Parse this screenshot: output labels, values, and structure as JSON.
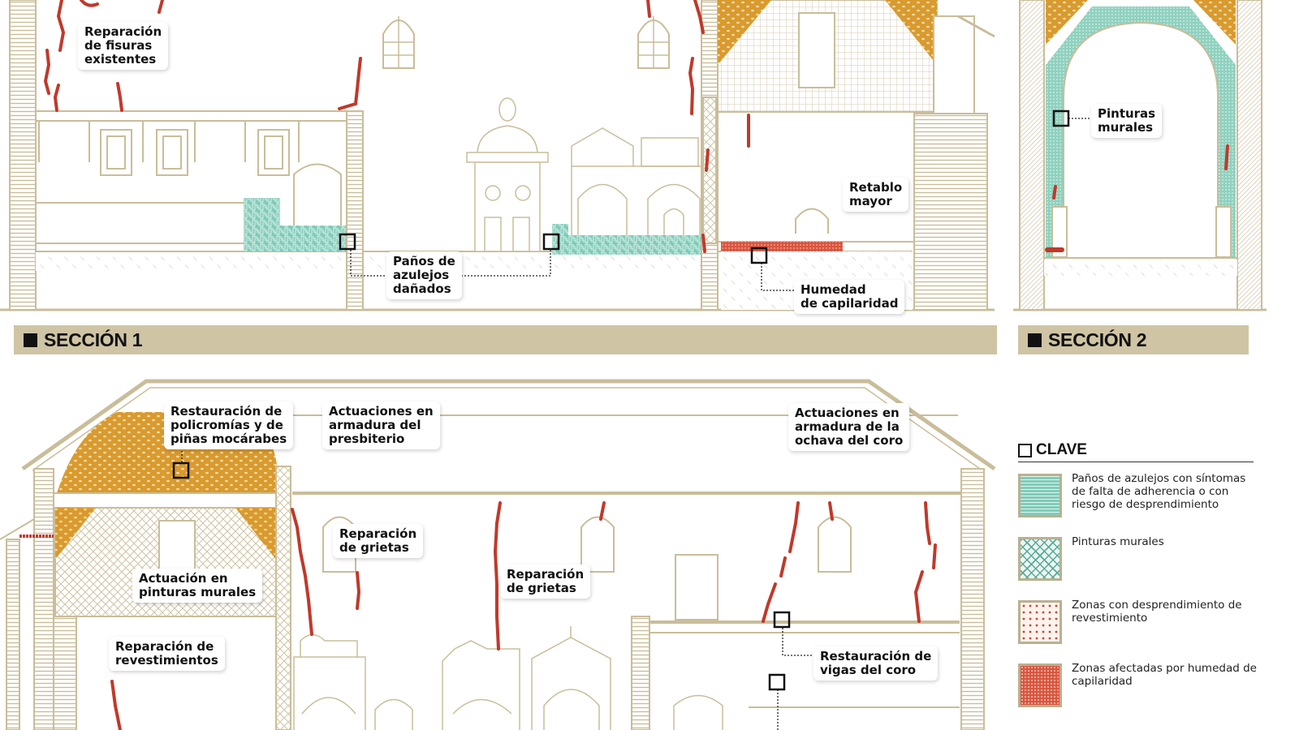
{
  "sections": {
    "s1": {
      "label": "SECCIÓN 1"
    },
    "s2": {
      "label": "SECCIÓN 2"
    }
  },
  "callouts": {
    "fisuras": "Reparación\nde fisuras\nexistentes",
    "azulejos": "Paños de\nazulejos\ndañados",
    "retablo": "Retablo\nmayor",
    "humedad": "Humedad\nde capilaridad",
    "pinturas": "Pinturas\nmurales",
    "policromias": "Restauración de\npolicromías y de\npiñas mocárabes",
    "armadura_presbiterio": "Actuaciones en\narmadura del\npresbiterio",
    "armadura_ochava": "Actuaciones en\narmadura de la\nochava del coro",
    "grietas_1": "Reparación\nde grietas",
    "grietas_2": "Reparación\nde grietas",
    "actuacion_pinturas": "Actuación en\npinturas murales",
    "revestimientos": "Reparación de\nrevestimientos",
    "vigas": "Restauración de\nvigas del coro"
  },
  "legend": {
    "title": "CLAVE",
    "items": [
      {
        "pattern": "tile-weave",
        "color": "#7fcbb8",
        "label": "Paños de azulejos con síntomas de falta de adherencia o con riesgo de desprendimiento"
      },
      {
        "pattern": "diamond-lattice",
        "color": "#6fb8a6",
        "label": "Pinturas murales"
      },
      {
        "pattern": "sparse-dots",
        "color": "#c8463a",
        "label": "Zonas con desprendimiento de revestimiento"
      },
      {
        "pattern": "dense-dots",
        "color": "#d9553f",
        "label": "Zonas afectadas por humedad de capilaridad"
      }
    ]
  },
  "colors": {
    "line": "#c9bd9a",
    "crack": "#c0392b",
    "mural": "#7fcbb8",
    "ochre": "#d89a2e",
    "section_bar": "#cfc4a4"
  }
}
